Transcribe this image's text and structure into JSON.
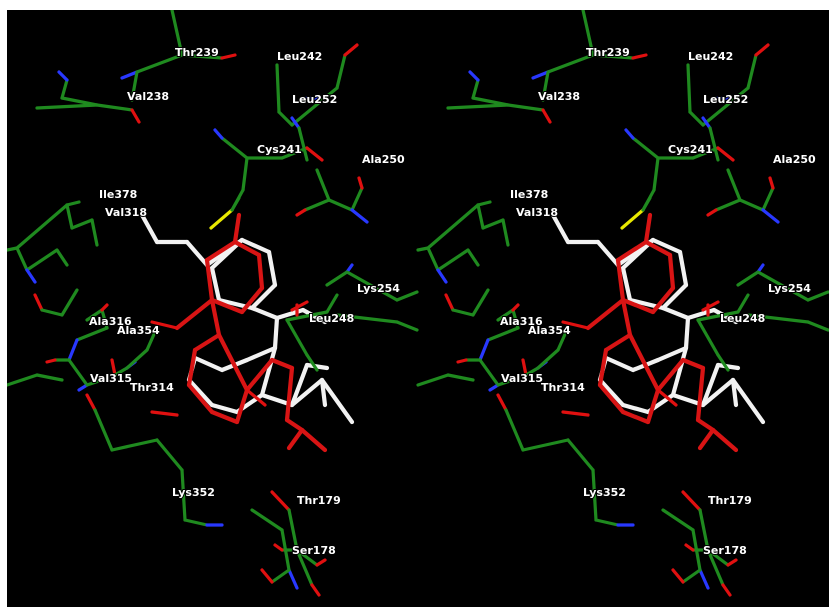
{
  "figure": {
    "description_kind": "stereo pair of molecular docking poses",
    "background_color": "#000000",
    "colors": {
      "protein_carbon": "#1f8a1f",
      "nitrogen": "#2838ff",
      "oxygen": "#e01010",
      "sulfur": "#e8e800",
      "ligand_pose_a": "#f2f2f2",
      "ligand_pose_b": "#d81414"
    },
    "residues": [
      "Thr239",
      "Val238",
      "Leu242",
      "Leu252",
      "Cys241",
      "Ala250",
      "Ile378",
      "Val318",
      "Lys254",
      "Ala316",
      "Ala354",
      "Leu248",
      "Val315",
      "Thr314",
      "Lys352",
      "Thr179",
      "Ser178"
    ],
    "right_panel_overrides": {
      "Lys254": "Lys254"
    }
  }
}
